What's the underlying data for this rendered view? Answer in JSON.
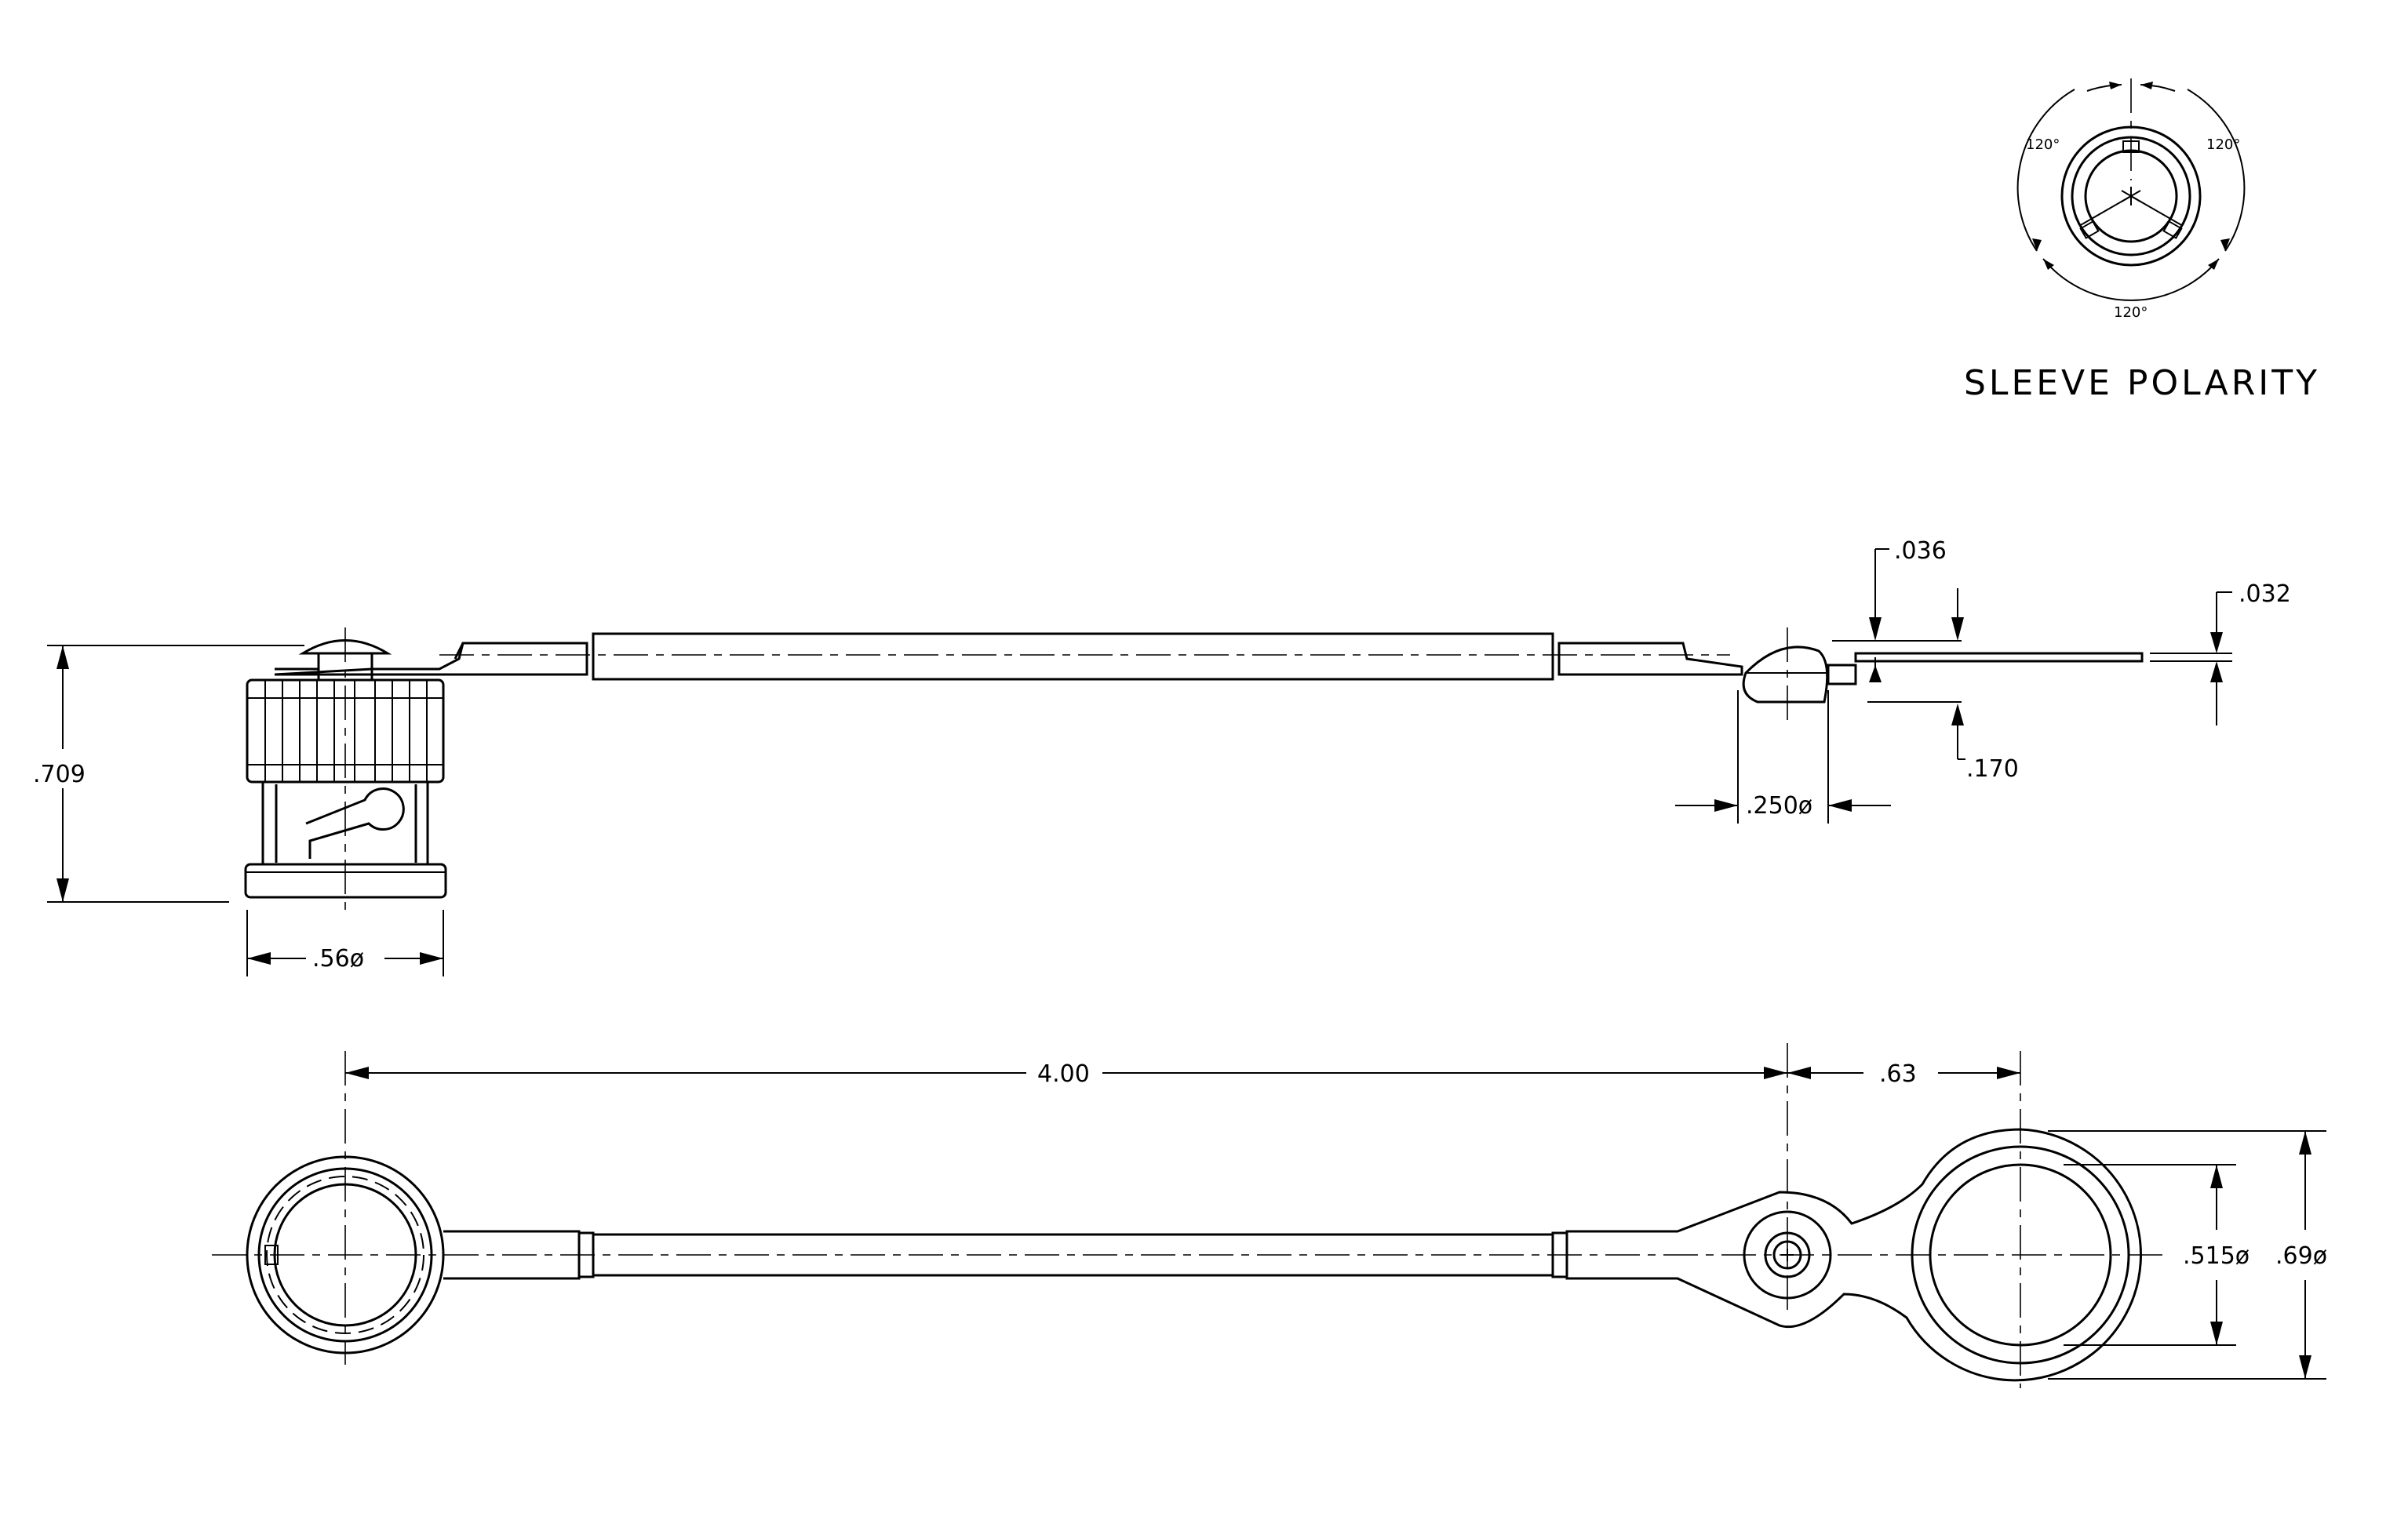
{
  "dimensions": {
    "overall_height": ".709",
    "connector_diameter": ".56ø",
    "wire_thickness": ".036",
    "post_height": ".170",
    "post_diameter": ".250ø",
    "tab_thickness": ".032",
    "center_distance": "4.00",
    "ring_offset": ".63",
    "ring_inner_diameter": ".515ø",
    "ring_outer_diameter": ".69ø"
  },
  "sleeve_polarity": {
    "title": "SLEEVE POLARITY",
    "angle_top_left": "120°",
    "angle_top_right": "120°",
    "angle_bottom": "120°"
  }
}
